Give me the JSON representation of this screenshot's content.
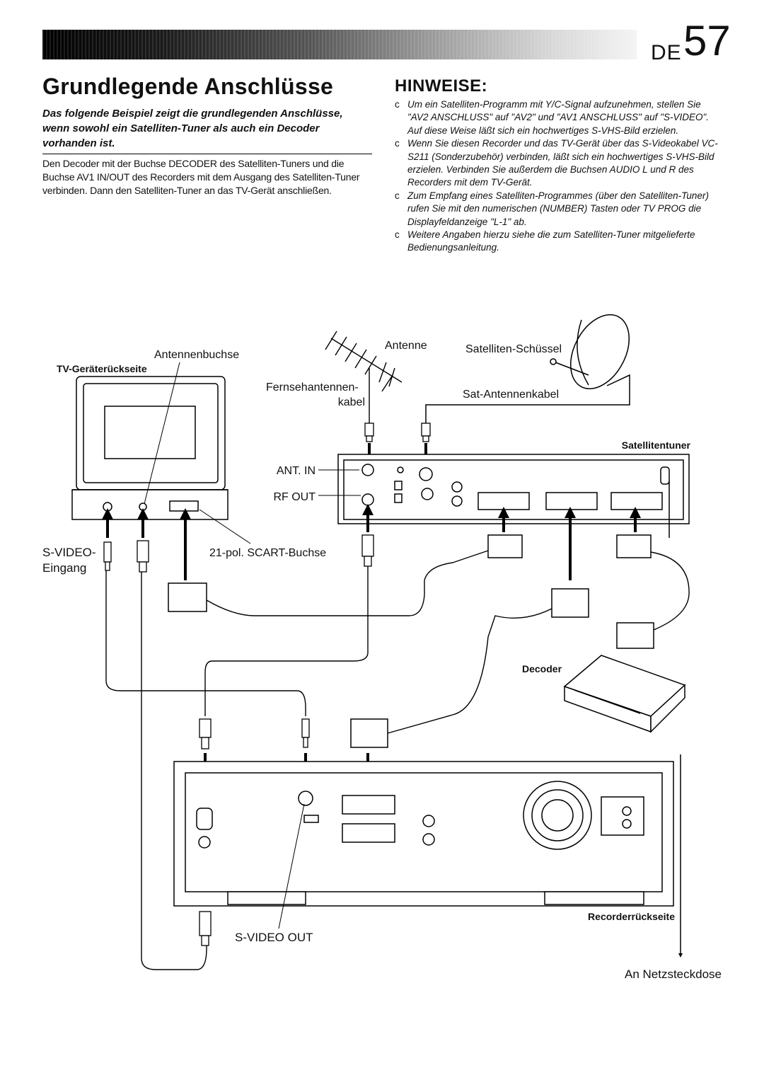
{
  "header": {
    "lang": "DE",
    "page_number": "57"
  },
  "title": "Grundlegende Anschlüsse",
  "intro_bold": "Das folgende Beispiel zeigt die grundlegenden Anschlüsse, wenn sowohl ein Satelliten-Tuner als auch ein Decoder vorhanden ist.",
  "intro_text": "Den Decoder mit der Buchse DECODER des Satelliten-Tuners und die Buchse AV1 IN/OUT des Recorders mit dem Ausgang des Satelliten-Tuner verbinden. Dann den Satelliten-Tuner an das TV-Gerät anschließen.",
  "notes": {
    "title": "HINWEISE:",
    "bullet": "c",
    "items": [
      "Um ein Satelliten-Programm mit Y/C-Signal aufzunehmen, stellen Sie \"AV2 ANSCHLUSS\" auf \"AV2\" und \"AV1 ANSCHLUSS\" auf \"S-VIDEO\". Auf diese Weise läßt sich ein hochwertiges S-VHS-Bild erzielen.",
      "Wenn Sie diesen Recorder und das TV-Gerät über das S-Videokabel VC-S211 (Sonderzubehör) verbinden, läßt sich ein hochwertiges S-VHS-Bild erzielen. Verbinden Sie außerdem die Buchsen AUDIO L und R des Recorders mit dem TV-Gerät.",
      "Zum Empfang eines Satelliten-Programmes (über den Satelliten-Tuner) rufen Sie mit den numerischen (NUMBER) Tasten oder TV PROG die Displayfeldanzeige \"L-1\" ab.",
      "Weitere Angaben hierzu siehe die zum Satelliten-Tuner mitgelieferte Bedienungsanleitung."
    ]
  },
  "diagram": {
    "antenna": "Antenne",
    "dish": "Satelliten-Schüssel",
    "antenna_socket": "Antennenbuchse",
    "tv_rear": "TV-Geräterückseite",
    "antenna_cable_1": "Fernsehantennen-",
    "antenna_cable_2": "kabel",
    "sat_cable": "Sat-Antennenkabel",
    "sat_tuner": "Satellitentuner",
    "ant_in": "ANT. IN",
    "rf_out": "RF OUT",
    "svideo_in_1": "S-VIDEO-",
    "svideo_in_2": "Eingang",
    "scart": "21-pol. SCART-Buchse",
    "decoder": "Decoder",
    "recorder_rear": "Recorderrückseite",
    "svideo_out": "S-VIDEO OUT",
    "mains": "An Netzsteckdose"
  }
}
